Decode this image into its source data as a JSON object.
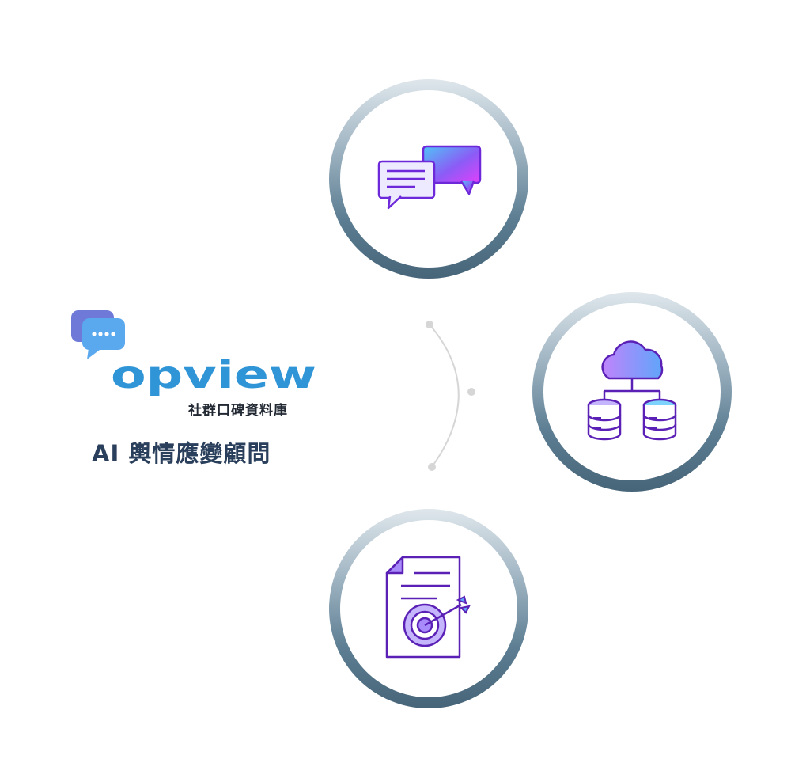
{
  "brand": {
    "wordmark": "opview",
    "subtitle": "社群口碑資料庫",
    "primary_color": "#2f95d6",
    "dark_color": "#1c3a5e"
  },
  "tagline": "AI 輿情應變顧問",
  "nodes": [
    {
      "icon": "chat-bubbles-icon"
    },
    {
      "icon": "cloud-database-icon"
    },
    {
      "icon": "document-target-icon"
    }
  ],
  "colors": {
    "ring_dark": "#4e6e84",
    "ring_light": "#e6edf1",
    "icon_purple": "#5b21b6",
    "icon_violet": "#a78bfa",
    "icon_cyan": "#4fc3f7",
    "icon_magenta": "#d946ef",
    "connector": "#d6d6d6"
  }
}
